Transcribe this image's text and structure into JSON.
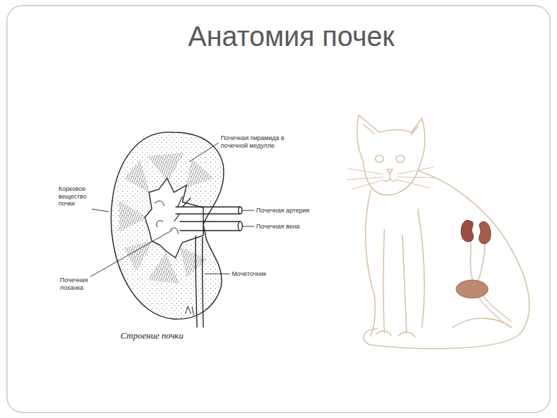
{
  "diagram": {
    "title": "Анатомия почек",
    "caption": "Строение почки",
    "labels": [
      "Почечная пирамида в почечной медулле",
      "Корковое вещество почки",
      "Почечная артерия",
      "Почечная вена",
      "Мочеточник",
      "Почечная лоханка"
    ]
  }
}
